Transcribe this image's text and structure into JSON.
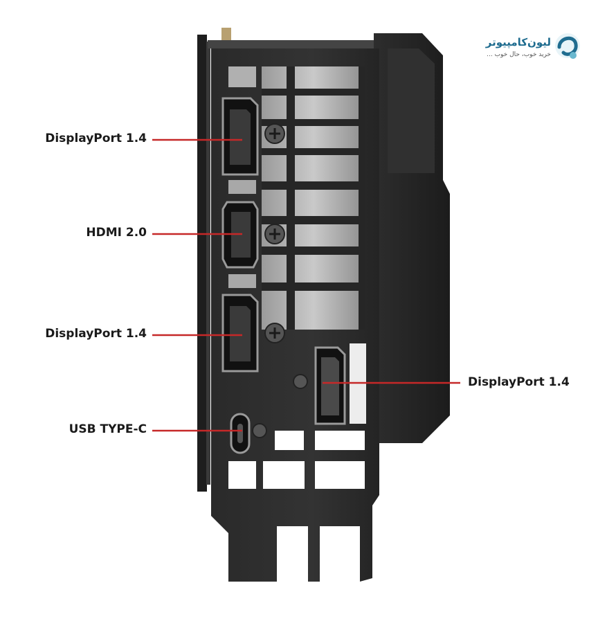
{
  "brand": {
    "name": "لیون‌کامپیوتر",
    "tagline": "خرید خوب، حال خوب ...",
    "color": "#1f6c8f"
  },
  "labels": {
    "dp_top": "DisplayPort 1.4",
    "hdmi": "HDMI 2.0",
    "dp_mid": "DisplayPort 1.4",
    "dp_right": "DisplayPort 1.4",
    "usb_c": "USB TYPE-C"
  },
  "colors": {
    "leader_line": "#c62828",
    "bracket": "#262626",
    "heatsink": "#8a8a8a"
  }
}
